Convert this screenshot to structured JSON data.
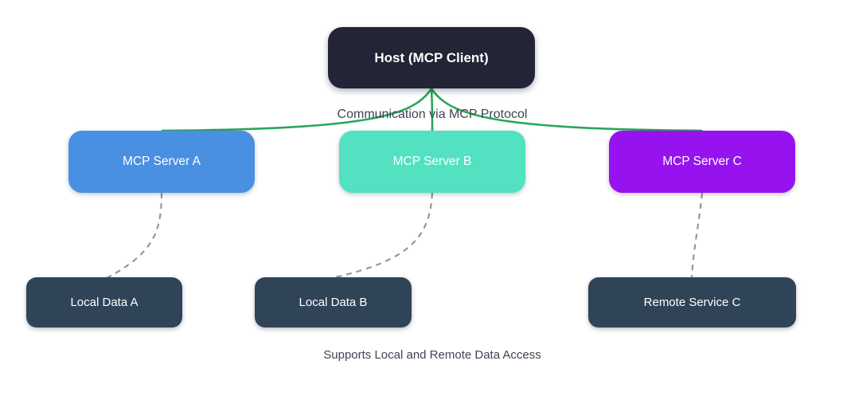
{
  "diagram": {
    "edge_group_label": "Communication via MCP Protocol",
    "caption": "Supports Local and Remote Data Access",
    "nodes": {
      "host": {
        "label": "Host (MCP Client)",
        "color": "#232435",
        "text_color": "#ffffff"
      },
      "server_a": {
        "label": "MCP Server A",
        "color": "#4a90e2",
        "text_color": "#ffffff"
      },
      "server_b": {
        "label": "MCP Server B",
        "color": "#52e2c1",
        "text_color": "#ffffff"
      },
      "server_c": {
        "label": "MCP Server C",
        "color": "#9613f0",
        "text_color": "#ffffff"
      },
      "local_a": {
        "label": "Local Data A",
        "color": "#304458",
        "text_color": "#ffffff"
      },
      "local_b": {
        "label": "Local Data B",
        "color": "#304458",
        "text_color": "#ffffff"
      },
      "remote_c": {
        "label": "Remote Service C",
        "color": "#304458",
        "text_color": "#ffffff"
      }
    },
    "edges": [
      {
        "from": "host",
        "to": "server_a",
        "style": "solid"
      },
      {
        "from": "host",
        "to": "server_b",
        "style": "solid"
      },
      {
        "from": "host",
        "to": "server_c",
        "style": "solid"
      },
      {
        "from": "server_a",
        "to": "local_a",
        "style": "dashed"
      },
      {
        "from": "server_b",
        "to": "local_b",
        "style": "dashed"
      },
      {
        "from": "server_c",
        "to": "remote_c",
        "style": "dashed"
      }
    ],
    "colors": {
      "solid_connector": "#28a75a",
      "dashed_connector": "#979797",
      "background": "#ffffff",
      "label_text": "#3e4552"
    }
  }
}
